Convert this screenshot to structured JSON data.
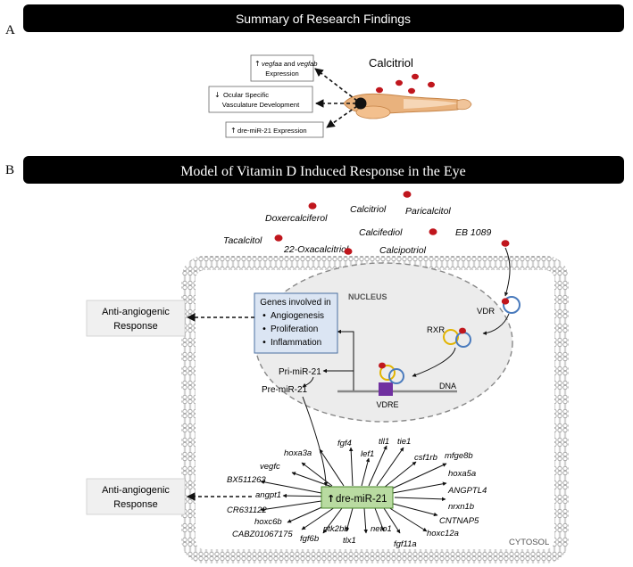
{
  "panel_a": {
    "letter": "A",
    "title": "Summary of Research Findings",
    "calcitriol_label": "Calcitriol",
    "finding_vegf": {
      "gene1": "vegfaa",
      "conj": " and ",
      "gene2": "vegfab",
      "line2": "Expression"
    },
    "finding_ocular": {
      "line1": "Ocular Specific",
      "line2": "Vasculature Development"
    },
    "finding_mir": "dre-miR-21 Expression"
  },
  "panel_b": {
    "letter": "B",
    "title": "Model of Vitamin D Induced Response in the Eye",
    "ligands": [
      "Calcitriol",
      "Paricalcitol",
      "Doxercalciferol",
      "Calcifediol",
      "EB 1089",
      "Tacalcitol",
      "22-Oxacalcitriol",
      "Calcipotriol"
    ],
    "vdr_label": "VDR",
    "rxr_label": "RXR",
    "nucleus_label": "NUCLEUS",
    "cytosol_label": "CYTOSOL",
    "dna_label": "DNA",
    "vdre_label": "VDRE",
    "pri_mir": "Pri-miR-21",
    "pre_mir": "Pre-miR-21",
    "genes_box": {
      "title": "Genes involved in",
      "items": [
        "Angiogenesis",
        "Proliferation",
        "Inflammation"
      ]
    },
    "response_top": {
      "line1": "Anti-angiogenic",
      "line2": "Response"
    },
    "response_bottom": {
      "line1": "Anti-angiogenic",
      "line2": "Response"
    },
    "mir_box": "dre-miR-21",
    "targets": [
      "hoxa3a",
      "fgf4",
      "lef1",
      "tll1",
      "tie1",
      "csf1rb",
      "mfge8b",
      "vegfc",
      "hoxa5a",
      "BX511263",
      "ANGPTL4",
      "angpt1",
      "nrxn1b",
      "CR631122",
      "CNTNAP5",
      "hoxc6b",
      "hoxc12a",
      "CABZ01067175",
      "fgf11a",
      "fgf6b",
      "ptk2bb",
      "tlx1",
      "neto1"
    ]
  },
  "colors": {
    "title_bar": "#000000",
    "molecule": "#c0161d",
    "vdr_ring": "#4a7bbd",
    "rxr_ring": "#e2b400",
    "vdre": "#7030a0",
    "genes_box": "#dbe5f3",
    "genes_box_border": "#4a6fa0",
    "mir_box": "#b9dba1",
    "mir_box_border": "#4a8a2a",
    "nucleus_fill": "#ececec",
    "membrane": "#9a9a9a"
  }
}
